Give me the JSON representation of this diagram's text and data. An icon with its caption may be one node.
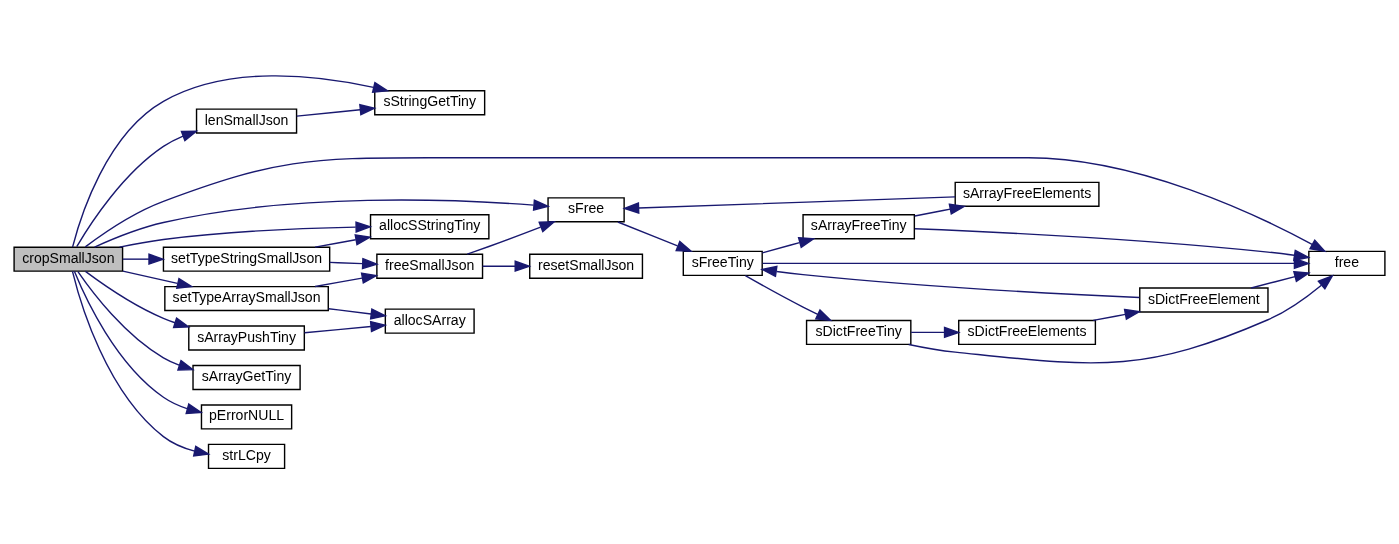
{
  "diagram": {
    "nodes": [
      {
        "text": [
          "cropSmallJson"
        ]
      },
      {
        "text": [
          "lenSmallJson"
        ]
      },
      {
        "text": [
          "sStringGetTiny"
        ]
      },
      {
        "text": [
          "free"
        ]
      },
      {
        "text": [
          "sFree"
        ]
      },
      {
        "text": [
          "allocSStringTiny"
        ]
      },
      {
        "text": [
          "setTypeStringSmallJson"
        ]
      },
      {
        "text": [
          "freeSmallJson"
        ]
      },
      {
        "text": [
          "setTypeArraySmallJson"
        ]
      },
      {
        "text": [
          "allocSArray"
        ]
      },
      {
        "text": [
          "sArrayPushTiny"
        ]
      },
      {
        "text": [
          "sArrayGetTiny"
        ]
      },
      {
        "text": [
          "pErrorNULL"
        ]
      },
      {
        "text": [
          "strLCpy"
        ]
      },
      {
        "text": [
          "resetSmallJson"
        ]
      },
      {
        "text": [
          "sFreeTiny"
        ]
      },
      {
        "text": [
          "sArrayFreeTiny"
        ]
      },
      {
        "text": [
          "sArrayFreeElements"
        ]
      },
      {
        "text": [
          "sDictFreeTiny"
        ]
      },
      {
        "text": [
          "sDictFreeElements"
        ]
      },
      {
        "text": [
          "sDictFreeElement"
        ]
      }
    ],
    "edges": [
      {
        "from": 0,
        "to": 1,
        "arrow": "to"
      },
      {
        "from": 0,
        "to": 2,
        "arrow": "to"
      },
      {
        "from": 0,
        "to": 3,
        "arrow": "to"
      },
      {
        "from": 0,
        "to": 4,
        "arrow": "to"
      },
      {
        "from": 0,
        "to": 5,
        "arrow": "to"
      },
      {
        "from": 0,
        "to": 6,
        "arrow": "to"
      },
      {
        "from": 0,
        "to": 8,
        "arrow": "to"
      },
      {
        "from": 0,
        "to": 10,
        "arrow": "to"
      },
      {
        "from": 0,
        "to": 11,
        "arrow": "to"
      },
      {
        "from": 0,
        "to": 12,
        "arrow": "to"
      },
      {
        "from": 0,
        "to": 13,
        "arrow": "to"
      },
      {
        "from": 1,
        "to": 2,
        "arrow": "to"
      },
      {
        "from": 6,
        "to": 5,
        "arrow": "to"
      },
      {
        "from": 6,
        "to": 7,
        "arrow": "to"
      },
      {
        "from": 8,
        "to": 7,
        "arrow": "to"
      },
      {
        "from": 8,
        "to": 9,
        "arrow": "to"
      },
      {
        "from": 10,
        "to": 9,
        "arrow": "to"
      },
      {
        "from": 7,
        "to": 4,
        "arrow": "to"
      },
      {
        "from": 7,
        "to": 14,
        "arrow": "to"
      },
      {
        "from": 4,
        "to": 15,
        "arrow": "to"
      },
      {
        "from": 15,
        "to": 16,
        "arrow": "to"
      },
      {
        "from": 15,
        "to": 3,
        "arrow": "to"
      },
      {
        "from": 15,
        "to": 18,
        "arrow": "to"
      },
      {
        "from": 16,
        "to": 17,
        "arrow": "to"
      },
      {
        "from": 16,
        "to": 3,
        "arrow": "to"
      },
      {
        "from": 17,
        "to": 4,
        "arrow": "to"
      },
      {
        "from": 18,
        "to": 3,
        "arrow": "to"
      },
      {
        "from": 18,
        "to": 19,
        "arrow": "to"
      },
      {
        "from": 19,
        "to": 20,
        "arrow": "to"
      },
      {
        "from": 20,
        "to": 3,
        "arrow": "to"
      },
      {
        "from": 20,
        "to": 15,
        "arrow": "to"
      }
    ]
  }
}
